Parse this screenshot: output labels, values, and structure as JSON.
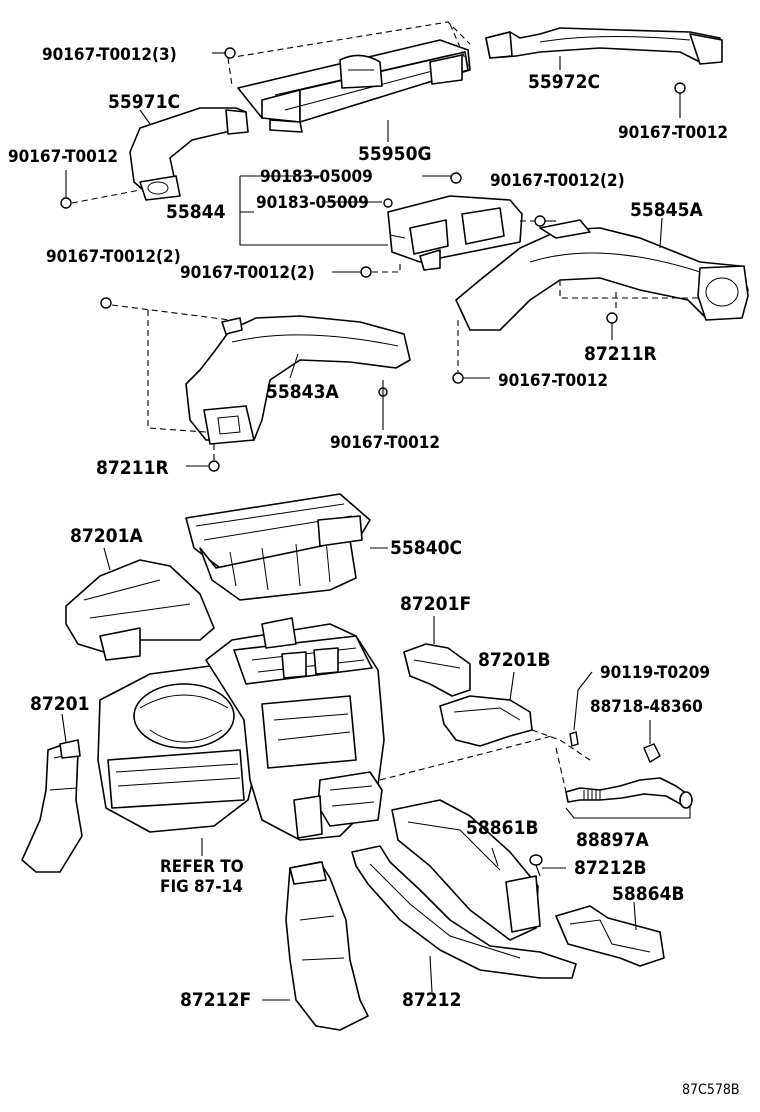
{
  "labels": {
    "p_90167_T0012_3": "90167-T0012(3)",
    "p_55972C": "55972C",
    "p_55971C": "55971C",
    "p_90167_T0012_r": "90167-T0012",
    "p_90167_T0012_l": "90167-T0012",
    "p_55950G": "55950G",
    "p_90183_05009_a": "90183-05009",
    "p_90167_T0012_2a": "90167-T0012(2)",
    "p_55844": "55844",
    "p_90183_05009_b": "90183-05009",
    "p_55845A": "55845A",
    "p_90167_T0012_2b": "90167-T0012(2)",
    "p_90167_T0012_2c": "90167-T0012(2)",
    "p_87211R_r": "87211R",
    "p_90167_T0012_m": "90167-T0012",
    "p_55843A": "55843A",
    "p_90167_T0012_c": "90167-T0012",
    "p_87211R_l": "87211R",
    "p_87201A": "87201A",
    "p_55840C": "55840C",
    "p_87201F": "87201F",
    "p_87201B": "87201B",
    "p_90119_T0209": "90119-T0209",
    "p_87201": "87201",
    "p_88718_48360": "88718-48360",
    "p_58861B": "58861B",
    "p_88897A": "88897A",
    "p_87212B": "87212B",
    "refer_line1": "REFER TO",
    "refer_line2": "FIG 87-14",
    "p_58864B": "58864B",
    "p_87212F": "87212F",
    "p_87212": "87212",
    "figure_code": "87C578B"
  }
}
